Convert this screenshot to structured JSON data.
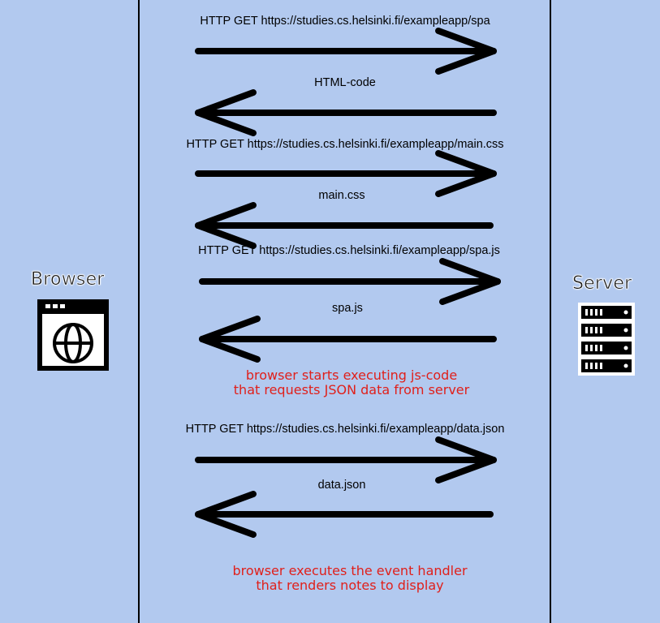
{
  "actors": {
    "left": "Browser",
    "right": "Server"
  },
  "messages": [
    {
      "label": "HTTP GET https://studies.cs.helsinki.fi/exampleapp/spa",
      "direction": "right"
    },
    {
      "label": "HTML-code",
      "direction": "left"
    },
    {
      "label": "HTTP GET https://studies.cs.helsinki.fi/exampleapp/main.css",
      "direction": "right"
    },
    {
      "label": "main.css",
      "direction": "left"
    },
    {
      "label": "HTTP GET https://studies.cs.helsinki.fi/exampleapp/spa.js",
      "direction": "right"
    },
    {
      "label": "spa.js",
      "direction": "left"
    },
    {
      "label": "HTTP GET https://studies.cs.helsinki.fi/exampleapp/data.json",
      "direction": "right"
    },
    {
      "label": "data.json",
      "direction": "left"
    }
  ],
  "notes": [
    {
      "line1": "browser starts executing js-code",
      "line2": "that requests JSON data from server"
    },
    {
      "line1": "browser executes the event handler",
      "line2": "that renders notes to display"
    }
  ],
  "icons": {
    "browser": "browser-window-globe-icon",
    "server": "server-rack-icon"
  },
  "colors": {
    "background": "#b2c9ef",
    "note": "#e0201b",
    "arrow": "#000000"
  }
}
